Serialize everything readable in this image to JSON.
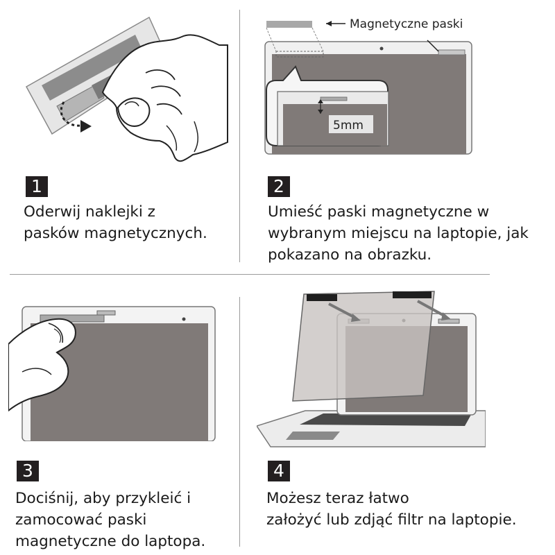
{
  "steps": [
    {
      "number": "1",
      "lines": [
        "Oderwij naklejki z",
        "pasków magnetycznych."
      ]
    },
    {
      "number": "2",
      "lines": [
        "Umieść paski magnetyczne w",
        "wybranym miejscu na laptopie, jak",
        "pokazano na obrazku."
      ]
    },
    {
      "number": "3",
      "lines": [
        "Dociśnij, aby przykleić i",
        "zamocować paski",
        "magnetyczne do laptopa."
      ]
    },
    {
      "number": "4",
      "lines": [
        "Możesz teraz łatwo",
        "założyć lub zdjąć  filtr na laptopie."
      ]
    }
  ],
  "callouts": {
    "strips_label": "Magnetyczne paski",
    "distance_label": "5mm"
  },
  "colors": {
    "screen_gray": "#807a78",
    "frame_gray": "#d9d9d9",
    "badge": "#231f20",
    "arrow": "#222222"
  }
}
